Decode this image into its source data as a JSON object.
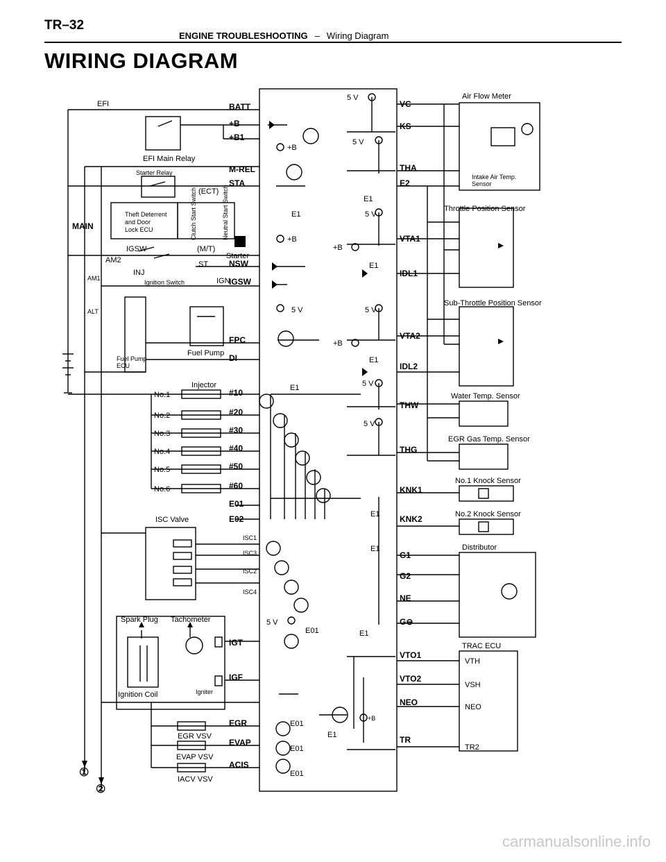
{
  "header": {
    "page_number": "TR–32",
    "section": "ENGINE TROUBLESHOOTING",
    "separator": "–",
    "topic": "Wiring Diagram"
  },
  "title": "WIRING DIAGRAM",
  "watermark": "carmanualsonline.info",
  "diagram": {
    "ecu_left_terminals": [
      "BATT",
      "+B",
      "+B1",
      "M-REL",
      "STA",
      "NSW",
      "IGSW",
      "FPC",
      "DI",
      "#10",
      "#20",
      "#30",
      "#40",
      "#50",
      "#60",
      "E01",
      "E02",
      "ISC1",
      "ISC3",
      "ISC2",
      "ISC4",
      "IGT",
      "IGF",
      "EGR",
      "EVAP",
      "ACIS"
    ],
    "ecu_right_terminals": [
      "VC",
      "KS",
      "THA",
      "E2",
      "VTA1",
      "IDL1",
      "VTA2",
      "IDL2",
      "THW",
      "THG",
      "KNK1",
      "KNK2",
      "G1",
      "G2",
      "NE",
      "G⊖",
      "VTO1",
      "VTO2",
      "NEO",
      "TR"
    ],
    "left_components": {
      "efi_fuse": "EFI",
      "efi_main_relay": "EFI Main Relay",
      "starter_relay": "Starter Relay",
      "ect": "(ECT)",
      "theft_line1": "Theft Deterrent",
      "theft_line2": "and Door",
      "theft_line3": "Lock ECU",
      "clutch": "Clutch Start Switch",
      "neutral": "Neutral Start Switch",
      "main_fuse": "MAIN",
      "igsw_fuse": "IGSW",
      "mt": "(M/T)",
      "starter": "Starter",
      "am2": "AM2",
      "st": "ST",
      "inj": "INJ",
      "ignition_switch": "Ignition Switch",
      "am1": "AM1",
      "alt": "ALT",
      "ign": "IGN",
      "fuel_pump": "Fuel Pump",
      "fuel_pump_ecu_1": "Fuel Pump",
      "fuel_pump_ecu_2": "ECU",
      "injector": "Injector",
      "injectors": [
        "No.1",
        "No.2",
        "No.3",
        "No.4",
        "No.5",
        "No.6"
      ],
      "isc_valve": "ISC Valve",
      "spark_plug": "Spark Plug",
      "tachometer": "Tachometer",
      "igniter": "Igniter",
      "ignition_coil": "Ignition Coil",
      "egr_vsv": "EGR VSV",
      "evap_vsv": "EVAP VSV",
      "iacv_vsv": "IACV VSV",
      "connector_1": "①",
      "connector_2": "②"
    },
    "ecu_internal": {
      "five_v": "5 V",
      "plus_b": "+B",
      "e1": "E1",
      "e01": "E01"
    },
    "right_components": {
      "air_flow_meter": "Air Flow Meter",
      "intake_air_1": "Intake Air Temp.",
      "intake_air_2": "Sensor",
      "throttle": "Throttle Position Sensor",
      "sub_throttle": "Sub-Throttle Position Sensor",
      "water_temp": "Water Temp. Sensor",
      "egr_gas_temp": "EGR Gas Temp. Sensor",
      "knock1": "No.1 Knock Sensor",
      "knock2": "No.2 Knock Sensor",
      "distributor": "Distributor",
      "trac_ecu": "TRAC ECU",
      "trac_terminals": [
        "VTH",
        "VSH",
        "NEO",
        "TR2"
      ]
    }
  }
}
